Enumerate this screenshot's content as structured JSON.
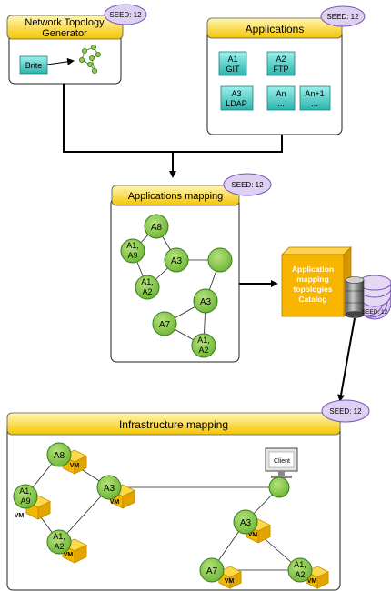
{
  "colors": {
    "header_gradient_top": "#fff3a8",
    "header_gradient_bottom": "#f7c400",
    "seed_fill": "#d9c9ee",
    "seed_stroke": "#7a55b8",
    "node_fill": "#8ccc4c",
    "node_stroke": "#3c7a1c",
    "app_box_top": "#8ee8e4",
    "app_box_bottom": "#2fb9b3",
    "vm_fill": "#f5c000",
    "catalog_fill": "#f7b500",
    "arrow": "#000000"
  },
  "icons": {
    "vm": "vm-cube-icon",
    "client": "monitor-icon",
    "database": "database-stack-icon",
    "graph": "network-graph-icon"
  },
  "topology_generator": {
    "title_line1": "Network Topology",
    "title_line2": "Generator",
    "seed": "SEED: 12",
    "brite_label": "Brite"
  },
  "applications": {
    "title": "Applications",
    "seed": "SEED: 12",
    "apps": [
      {
        "line1": "A1",
        "line2": "GIT"
      },
      {
        "line1": "A2",
        "line2": "FTP"
      },
      {
        "line1": "A3",
        "line2": "LDAP"
      },
      {
        "line1": "An",
        "line2": "..."
      },
      {
        "line1": "An+1",
        "line2": "..."
      }
    ]
  },
  "apps_mapping": {
    "title": "Applications mapping",
    "seed": "SEED: 12",
    "nodes": [
      {
        "line1": "A8",
        "line2": ""
      },
      {
        "line1": "A1,",
        "line2": "A9"
      },
      {
        "line1": "A3",
        "line2": ""
      },
      {
        "line1": "",
        "line2": ""
      },
      {
        "line1": "A1,",
        "line2": "A2"
      },
      {
        "line1": "A3",
        "line2": ""
      },
      {
        "line1": "A7",
        "line2": ""
      },
      {
        "line1": "A1,",
        "line2": "A2"
      }
    ]
  },
  "catalog": {
    "line1": "Application",
    "line2": "mapping",
    "line3": "topologies",
    "line4": "Catalog",
    "db_seed": "SEED: 12"
  },
  "infra_mapping": {
    "title": "Infrastructure mapping",
    "seed": "SEED: 12",
    "vm_label": "VM",
    "client_label": "Client",
    "nodes": [
      {
        "line1": "A8",
        "line2": ""
      },
      {
        "line1": "A1,",
        "line2": "A9"
      },
      {
        "line1": "A3",
        "line2": ""
      },
      {
        "line1": "A1,",
        "line2": "A2"
      },
      {
        "line1": "",
        "line2": ""
      },
      {
        "line1": "A3",
        "line2": ""
      },
      {
        "line1": "A7",
        "line2": ""
      },
      {
        "line1": "A1,",
        "line2": "A2"
      }
    ]
  }
}
